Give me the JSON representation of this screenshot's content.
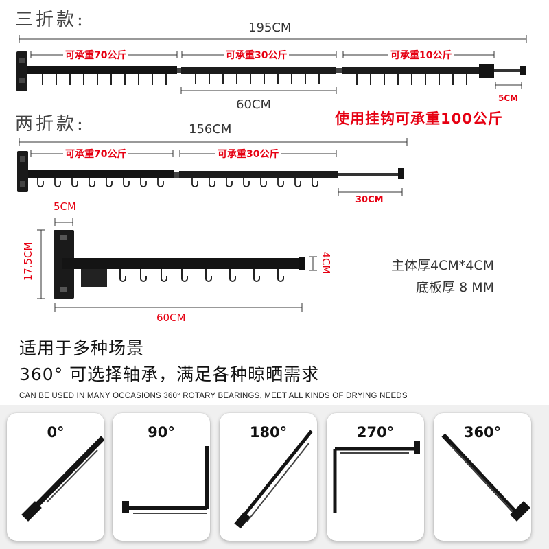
{
  "tri": {
    "title": "三折款:",
    "total": "195CM",
    "loads": [
      "可承重70公斤",
      "可承重30公斤",
      "可承重10公斤"
    ],
    "mid_len": "60CM",
    "ext_len": "5CM"
  },
  "slogan": "使用挂钩可承重100公斤",
  "bi": {
    "title": "两折款:",
    "total": "156CM",
    "loads": [
      "可承重70公斤",
      "可承重30公斤"
    ],
    "ext_len": "30CM"
  },
  "detail": {
    "plate_w": "5CM",
    "height": "17.5CM",
    "tube_h": "4CM",
    "length": "60CM"
  },
  "specs": {
    "line1": "主体厚4CM*4CM",
    "line2": "底板厚 8 MM"
  },
  "headline": {
    "line1": "适用于多种场景",
    "line2": "360°  可选择轴承，满足各种晾晒需求",
    "en": "CAN BE USED IN MANY OCCASIONS 360°   ROTARY BEARINGS, MEET ALL KINDS OF DRYING NEEDS"
  },
  "angles": [
    "0°",
    "90°",
    "180°",
    "270°",
    "360°"
  ],
  "colors": {
    "accent": "#e60012",
    "bar": "#141414"
  }
}
